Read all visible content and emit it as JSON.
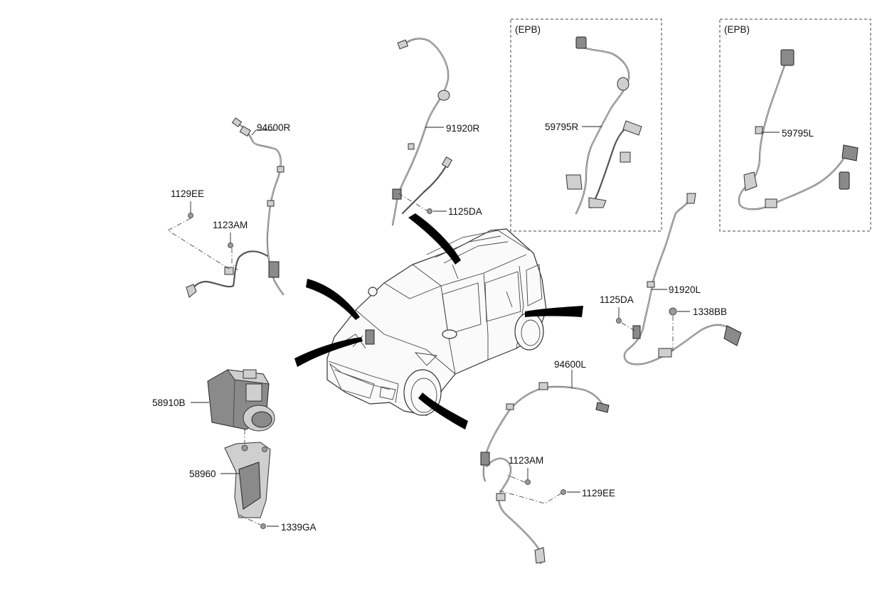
{
  "labels": {
    "p_94600R": "94600R",
    "p_1129EE_left": "1129EE",
    "p_1123AM_left": "1123AM",
    "p_91920R": "91920R",
    "p_1125DA_top": "1125DA",
    "p_59795R": "59795R",
    "p_59795L": "59795L",
    "epb_right": "(EPB)",
    "epb_left": "(EPB)",
    "p_91920L": "91920L",
    "p_1125DA_right": "1125DA",
    "p_1338BB": "1338BB",
    "p_58910B": "58910B",
    "p_58960": "58960",
    "p_1339GA": "1339GA",
    "p_94600L": "94600L",
    "p_1123AM_right": "1123AM",
    "p_1129EE_right": "1129EE"
  }
}
